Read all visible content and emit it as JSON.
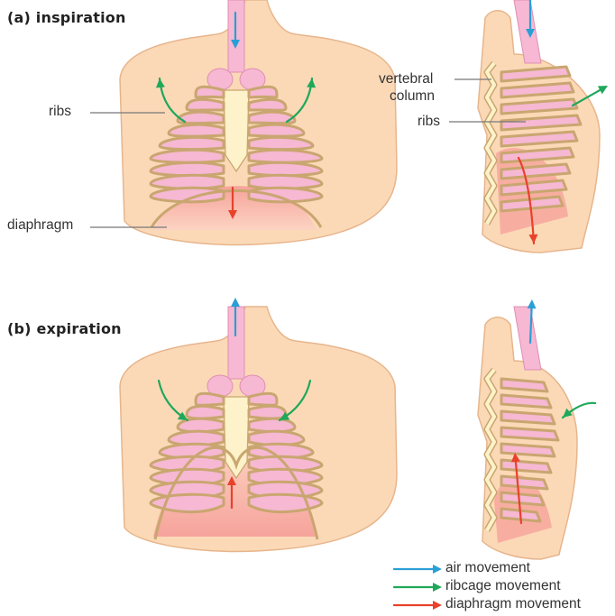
{
  "panels": {
    "inspiration": {
      "title": "(a) inspiration"
    },
    "expiration": {
      "title": "(b) expiration"
    }
  },
  "labels": {
    "ribs_front": "ribs",
    "diaphragm": "diaphragm",
    "vertebral_line1": "vertebral",
    "vertebral_line2": "column",
    "ribs_side": "ribs"
  },
  "legend": [
    {
      "label": "air movement",
      "color": "#2a9fd6"
    },
    {
      "label": "ribcage movement",
      "color": "#1fa85a"
    },
    {
      "label": "diaphragm movement",
      "color": "#e8412c"
    }
  ],
  "colors": {
    "skin": "#fbd9b7",
    "skin_edge": "#e7b58c",
    "bone": "#fdf2c9",
    "bone_edge": "#c9a670",
    "pink": "#f6b8d2",
    "pink_edge": "#e08fb2",
    "cavity": "#f6a39b",
    "air": "#2a9fd6",
    "ribcage": "#1fa85a",
    "diaphragm": "#e8412c",
    "leader": "#777777"
  }
}
